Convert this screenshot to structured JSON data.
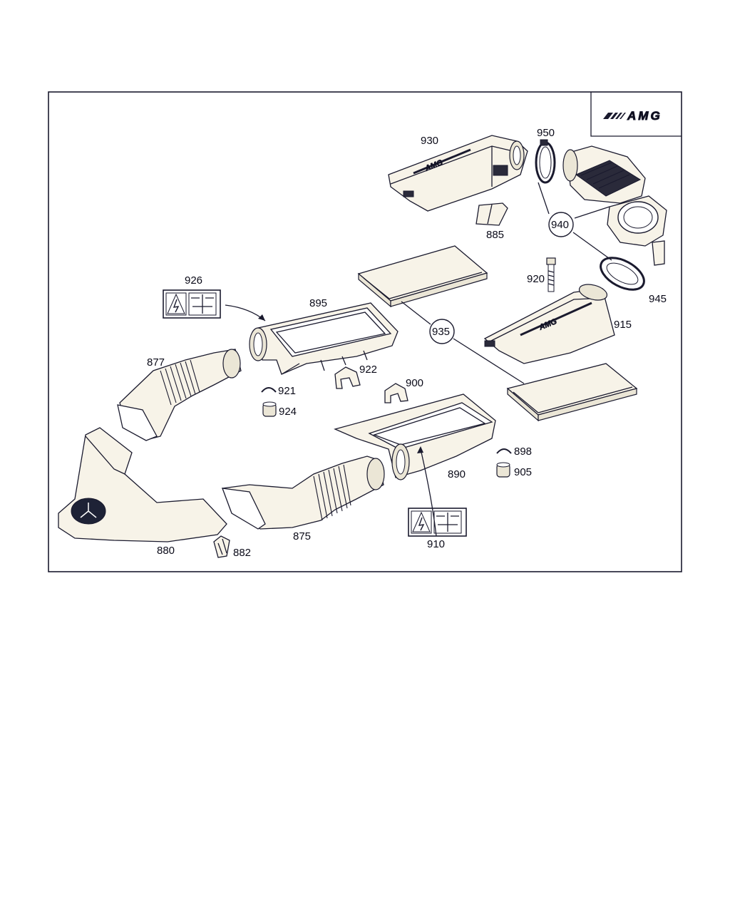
{
  "logo": {
    "text": "AMG"
  },
  "parts": {
    "p875": "875",
    "p877": "877",
    "p880": "880",
    "p882": "882",
    "p885": "885",
    "p890": "890",
    "p895": "895",
    "p898": "898",
    "p900": "900",
    "p905": "905",
    "p910": "910",
    "p915": "915",
    "p920": "920",
    "p921": "921",
    "p922": "922",
    "p924": "924",
    "p926": "926",
    "p930": "930",
    "p935": "935",
    "p940": "940",
    "p945": "945",
    "p950": "950"
  },
  "colors": {
    "line": "#1a1a2e",
    "part_fill": "#f7f3e8"
  }
}
